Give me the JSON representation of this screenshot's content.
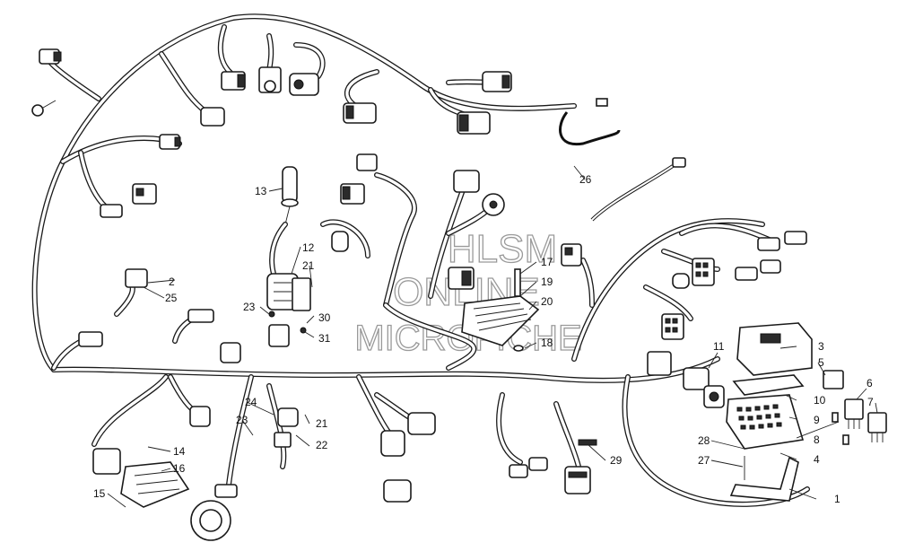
{
  "diagram": {
    "watermark": {
      "line1": "HLSM",
      "line2": "ONLINE",
      "line3": "MICROFICHE"
    },
    "callouts": [
      "1",
      "2",
      "3",
      "4",
      "5",
      "6",
      "7",
      "8",
      "9",
      "10",
      "11",
      "12",
      "13",
      "14",
      "15",
      "16",
      "17",
      "18",
      "19",
      "20",
      "21",
      "21",
      "22",
      "23",
      "23",
      "24",
      "25",
      "26",
      "27",
      "28",
      "29",
      "30",
      "31"
    ],
    "parts": [
      {
        "id": "harness-main-loop"
      },
      {
        "id": "connector-top-left"
      },
      {
        "id": "ring-terminal"
      },
      {
        "id": "ignition-coil"
      },
      {
        "id": "spark-plug-boot"
      },
      {
        "id": "voltage-regulator"
      },
      {
        "id": "fuse-box"
      },
      {
        "id": "relay"
      },
      {
        "id": "cable-tie"
      },
      {
        "id": "mounting-bracket"
      },
      {
        "id": "ecu-module"
      }
    ]
  }
}
